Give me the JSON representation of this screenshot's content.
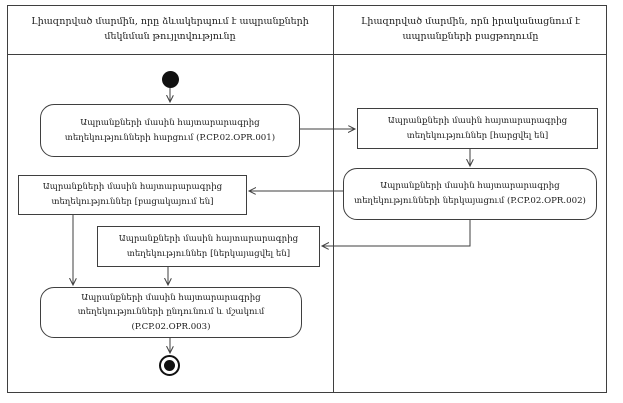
{
  "diagram": {
    "type": "uml-activity-swimlane",
    "lane_headers": {
      "left": "Լիազորված մարմին, որը ձևակերպում է ապրանքների մեկնման թույլտվությունը",
      "right": "Լիազորված մարմին, որն իրականացնում է ապրանքների բացթողումը"
    },
    "nodes": {
      "query_action": "Ապրանքների մասին հայտարարագրից տեղեկությունների հարցում (P.CP.02.OPR.001)",
      "queried_state": "Ապրանքների մասին հայտարարագրից տեղեկություններ [հարցվել են]",
      "submit_action": "Ապրանքների մասին հայտարարագրից տեղեկությունների ներկայացում (P.CP.02.OPR.002)",
      "missing_state": "Ապրանքների մասին հայտարարագրից տեղեկություններ [բացակայում են]",
      "submitted_state": "Ապրանքների մասին հայտարարագրից տեղեկություններ [ներկայացվել են]",
      "process_action": "Ապրանքների մասին հայտարարագրից տեղեկությունների ընդունում և մշակում (P.CP.02.OPR.003)"
    },
    "flow": {
      "start": "initial-node",
      "end": "final-node",
      "edges": [
        "start -> query_action",
        "query_action -> queried_state",
        "queried_state -> submit_action",
        "submit_action -> missing_state",
        "submit_action -> submitted_state",
        "missing_state -> process_action",
        "submitted_state -> process_action",
        "process_action -> end"
      ]
    },
    "colors": {
      "line": "#3f3f3f",
      "background": "#ffffff",
      "text": "#1a1a1a",
      "node_fill": "#ffffff"
    }
  }
}
